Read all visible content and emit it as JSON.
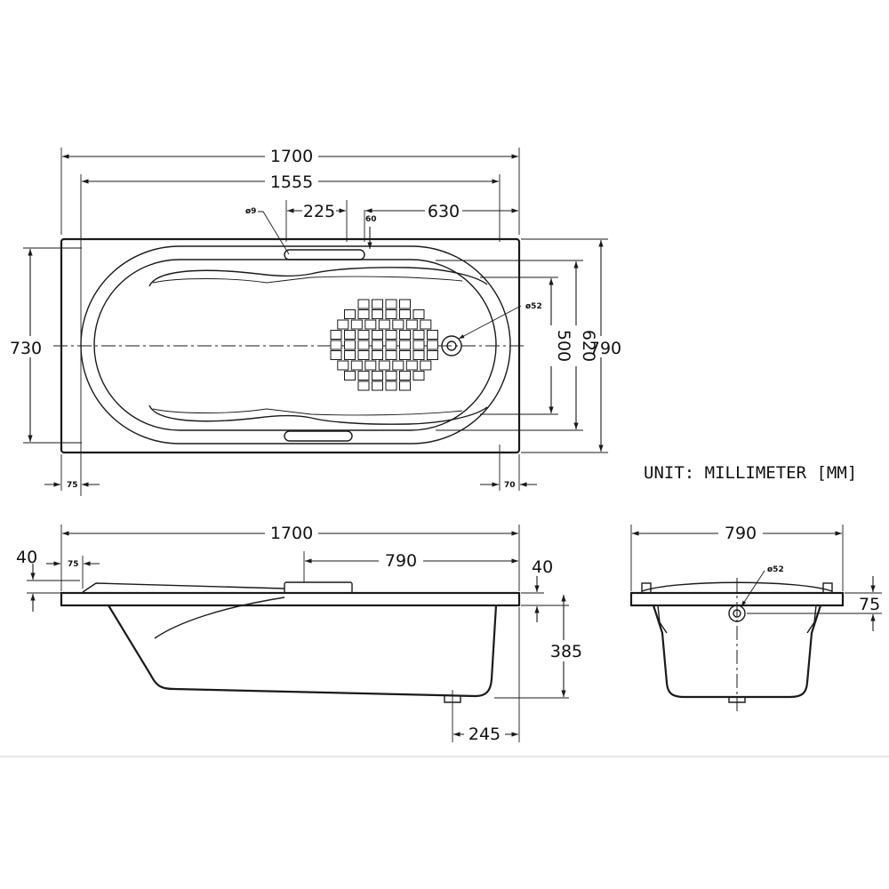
{
  "drawing": {
    "unit_note": "UNIT: MILLIMETER [MM]",
    "top_view": {
      "overall_length": "1700",
      "inner_length": "1555",
      "handle_offset": "225",
      "handle_to_end": "630",
      "handle_diameter": "ø9",
      "handle_setback": "60",
      "drain_diameter": "ø52",
      "overall_width": "790",
      "inner_width": "730",
      "basin_width": "620",
      "floor_width": "500",
      "rim_left": "75",
      "rim_right": "70"
    },
    "side_view": {
      "overall_length": "1700",
      "rim_height_left": "40",
      "head_rim": "75",
      "drain_to_end": "790",
      "rim_height_right": "40",
      "depth": "385",
      "foot_offset": "245"
    },
    "end_view": {
      "overall_width": "790",
      "drain_diameter": "ø52",
      "drain_height": "75"
    }
  }
}
